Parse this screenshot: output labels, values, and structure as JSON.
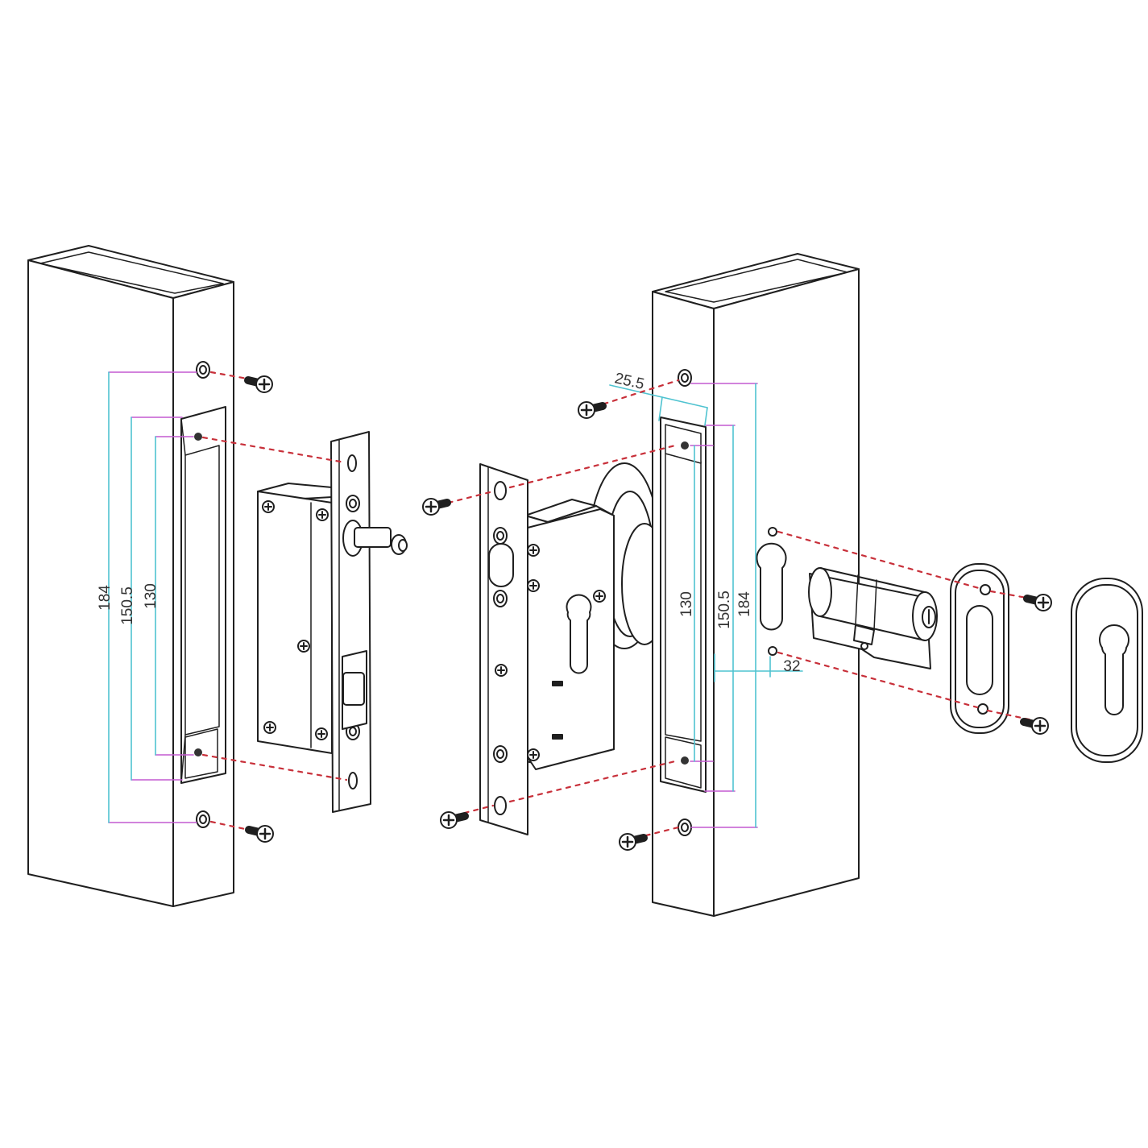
{
  "diagram": {
    "left_frame": {
      "dimensions": {
        "outer": "184",
        "middle": "150.5",
        "inner": "130"
      }
    },
    "right_frame": {
      "dimensions": {
        "outer": "184",
        "middle": "150.5",
        "inner": "130",
        "backset": "25.5",
        "offset": "32"
      }
    }
  },
  "colors": {
    "outline": "#1f1f1f",
    "dimension_line": "#4fc3d0",
    "extension_line": "#c45ad0",
    "assembly_path": "#c8303a"
  }
}
